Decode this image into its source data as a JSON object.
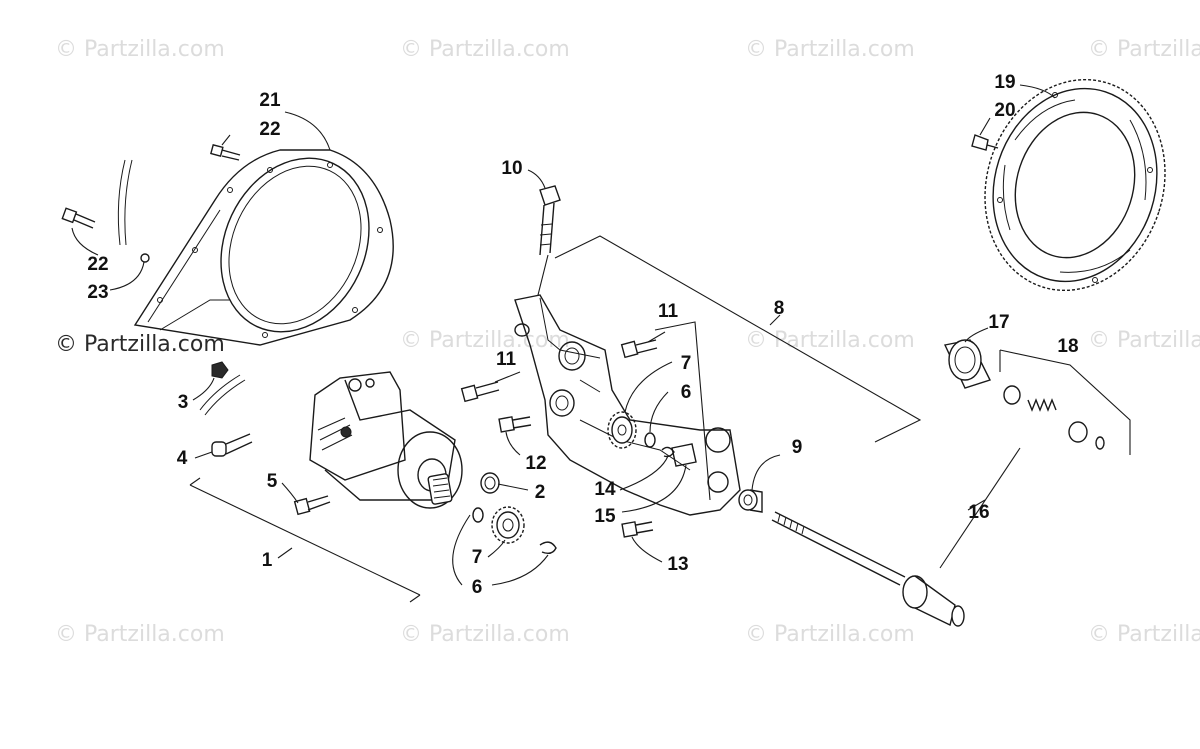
{
  "watermark_text": "© Partzilla.com",
  "watermark_main": "© Partzilla.com",
  "callouts": {
    "c1": "1",
    "c2": "2",
    "c3": "3",
    "c4": "4",
    "c5": "5",
    "c6a": "6",
    "c6b": "6",
    "c7a": "7",
    "c7b": "7",
    "c8": "8",
    "c9": "9",
    "c10": "10",
    "c11a": "11",
    "c11b": "11",
    "c12": "12",
    "c13": "13",
    "c14": "14",
    "c15": "15",
    "c16": "16",
    "c17": "17",
    "c18": "18",
    "c19": "19",
    "c20": "20",
    "c21": "21",
    "c22a": "22",
    "c22b": "22",
    "c23": "23"
  }
}
